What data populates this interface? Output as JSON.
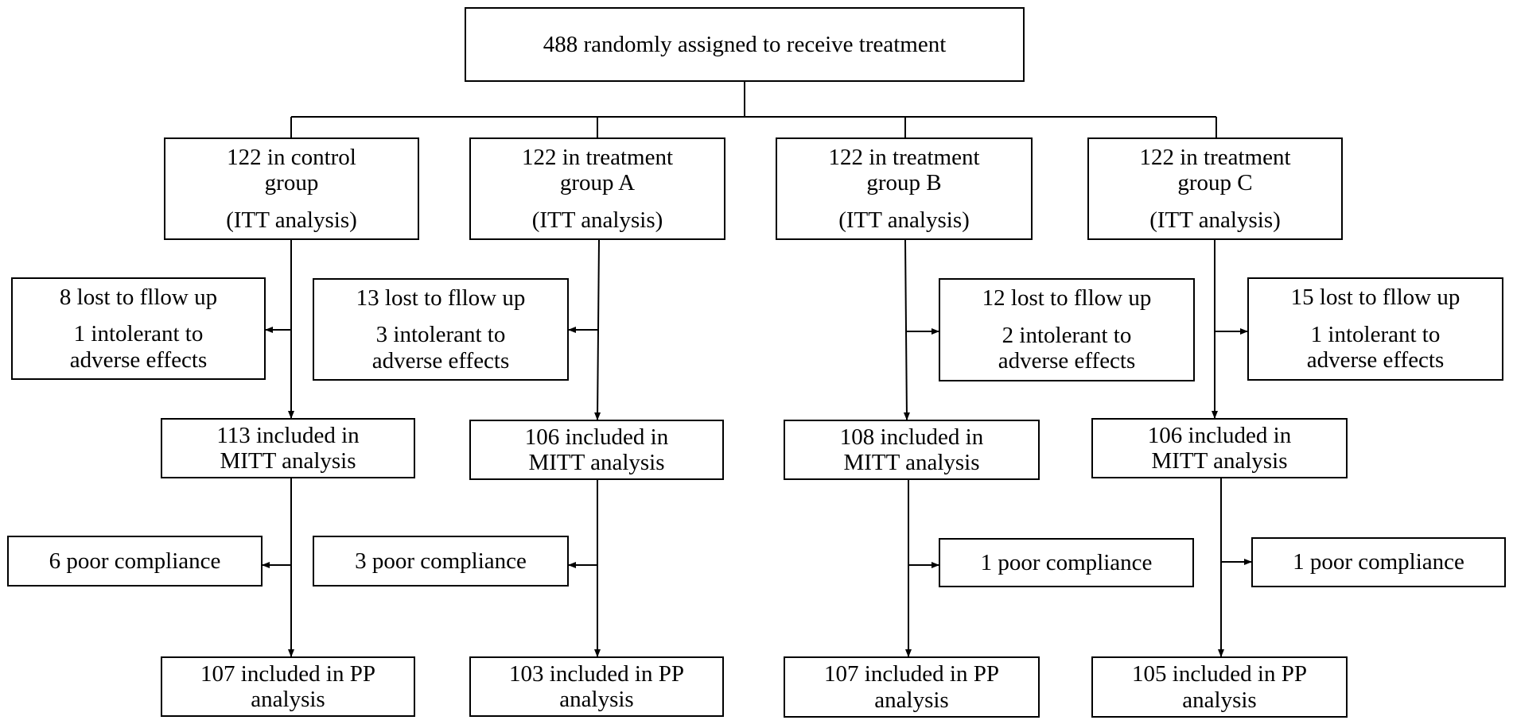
{
  "randomized": {
    "text": "488 randomly assigned to receive treatment"
  },
  "groups": [
    {
      "id": "control",
      "itt": {
        "line1": "122 in control",
        "line2": "group",
        "line3": "(ITT analysis)"
      },
      "lost": {
        "line1": "8  lost to fllow up",
        "line2": "1 intolerant to",
        "line3": "adverse effects"
      },
      "mitt": {
        "line1": "113 included in",
        "line2": "MITT analysis"
      },
      "compliance": {
        "text": "6 poor compliance"
      },
      "pp": {
        "line1": "107 included in PP",
        "line2": "analysis"
      }
    },
    {
      "id": "group-a",
      "itt": {
        "line1": "122 in treatment",
        "line2": "group A",
        "line3": "(ITT analysis)"
      },
      "lost": {
        "line1": "13 lost to fllow up",
        "line2": "3 intolerant to",
        "line3": "adverse effects"
      },
      "mitt": {
        "line1": "106 included in",
        "line2": "MITT analysis"
      },
      "compliance": {
        "text": "3 poor compliance"
      },
      "pp": {
        "line1": "103 included in PP",
        "line2": "analysis"
      }
    },
    {
      "id": "group-b",
      "itt": {
        "line1": "122 in treatment",
        "line2": "group B",
        "line3": "(ITT analysis)"
      },
      "lost": {
        "line1": "12 lost to fllow up",
        "line2": "2 intolerant to",
        "line3": "adverse effects"
      },
      "mitt": {
        "line1": "108 included in",
        "line2": "MITT analysis"
      },
      "compliance": {
        "text": "1 poor compliance"
      },
      "pp": {
        "line1": "107 included in PP",
        "line2": "analysis"
      }
    },
    {
      "id": "group-c",
      "itt": {
        "line1": "122 in treatment",
        "line2": "group C",
        "line3": "(ITT analysis)"
      },
      "lost": {
        "line1": "15 lost to fllow up",
        "line2": "1 intolerant to",
        "line3": "adverse effects"
      },
      "mitt": {
        "line1": "106 included in",
        "line2": "MITT analysis"
      },
      "compliance": {
        "text": "1 poor compliance"
      },
      "pp": {
        "line1": "105 included in PP",
        "line2": "analysis"
      }
    }
  ]
}
